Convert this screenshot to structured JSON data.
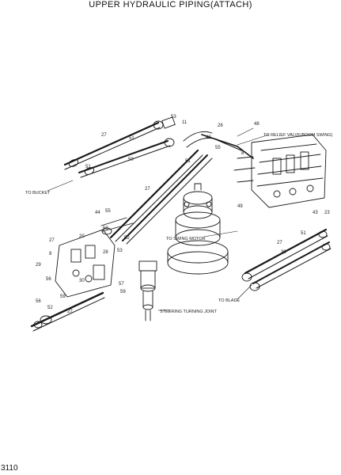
{
  "header": {
    "title": "UPPER HYDRAULIC PIPING(ATTACH)"
  },
  "footer": {
    "page_number": "3110"
  },
  "diagram": {
    "annotations": [
      "TO RELIEF VALVE(BOOM SWING)",
      "TO BUCKET",
      "TO SWING MOTOR",
      "TO BLADE",
      "STEERING TURNING JOINT"
    ],
    "callouts": [
      "53",
      "11",
      "27",
      "48",
      "26",
      "27",
      "50",
      "51",
      "27",
      "44",
      "55",
      "52",
      "43",
      "51",
      "53",
      "20",
      "8",
      "59",
      "56",
      "59",
      "52",
      "29",
      "27",
      "28",
      "30",
      "27",
      "51",
      "51",
      "55",
      "49",
      "23",
      "39",
      "8",
      "48",
      "56",
      "58",
      "57"
    ],
    "colors": {
      "ink": "#1a1a1a",
      "paper": "#ffffff"
    }
  }
}
